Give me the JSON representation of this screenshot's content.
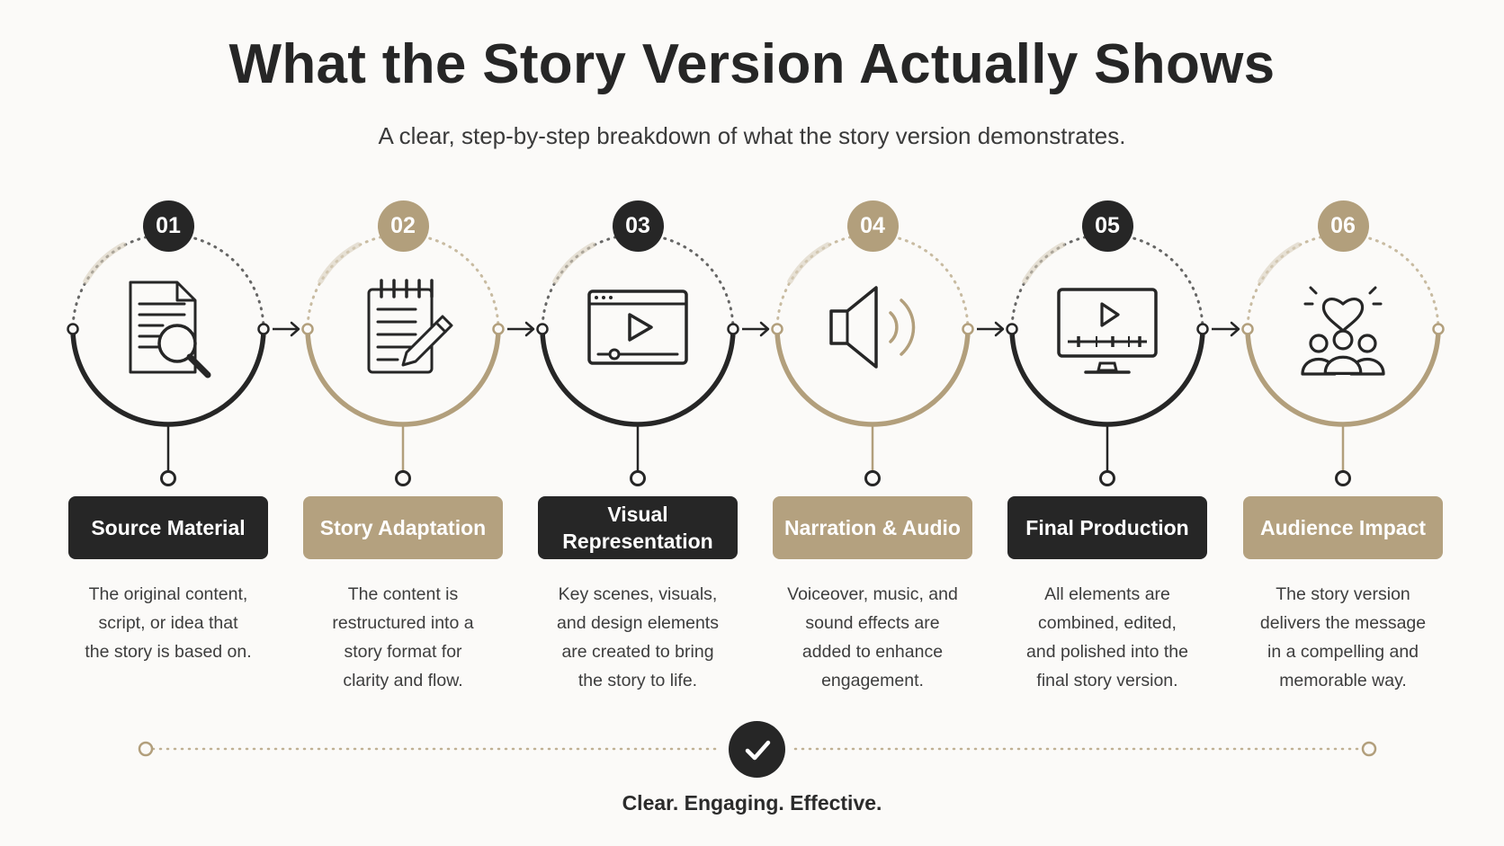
{
  "title": "What the Story Version Actually Shows",
  "subtitle": "A clear, step-by-step breakdown of what the story version demonstrates.",
  "colors": {
    "dark": "#262626",
    "tan": "#b29f7c",
    "tan_light": "#d9cfbd",
    "background": "#fbfaf8"
  },
  "steps": [
    {
      "number": "01",
      "label": "Source Material",
      "tone": "dark",
      "icon": "document-search-icon",
      "description": [
        "The original content,",
        "script, or idea that",
        "the story is based on."
      ]
    },
    {
      "number": "02",
      "label": "Story Adaptation",
      "tone": "tan",
      "icon": "notepad-pencil-icon",
      "description": [
        "The content is",
        "restructured into a",
        "story format for",
        "clarity and flow."
      ]
    },
    {
      "number": "03",
      "label": "Visual Representation",
      "tone": "dark",
      "icon": "video-player-icon",
      "description": [
        "Key scenes, visuals,",
        "and design elements",
        "are created to bring",
        "the story to life."
      ]
    },
    {
      "number": "04",
      "label": "Narration & Audio",
      "tone": "tan",
      "icon": "speaker-icon",
      "description": [
        "Voiceover, music, and",
        "sound effects are",
        "added to enhance",
        "engagement."
      ]
    },
    {
      "number": "05",
      "label": "Final Production",
      "tone": "dark",
      "icon": "monitor-editing-icon",
      "description": [
        "All elements are",
        "combined, edited,",
        "and polished into the",
        "final story version."
      ]
    },
    {
      "number": "06",
      "label": "Audience Impact",
      "tone": "tan",
      "icon": "audience-heart-icon",
      "description": [
        "The story version",
        "delivers the message",
        "in a compelling and",
        "memorable way."
      ]
    }
  ],
  "footer": {
    "icon": "checkmark-icon",
    "tagline": "Clear. Engaging. Effective."
  }
}
